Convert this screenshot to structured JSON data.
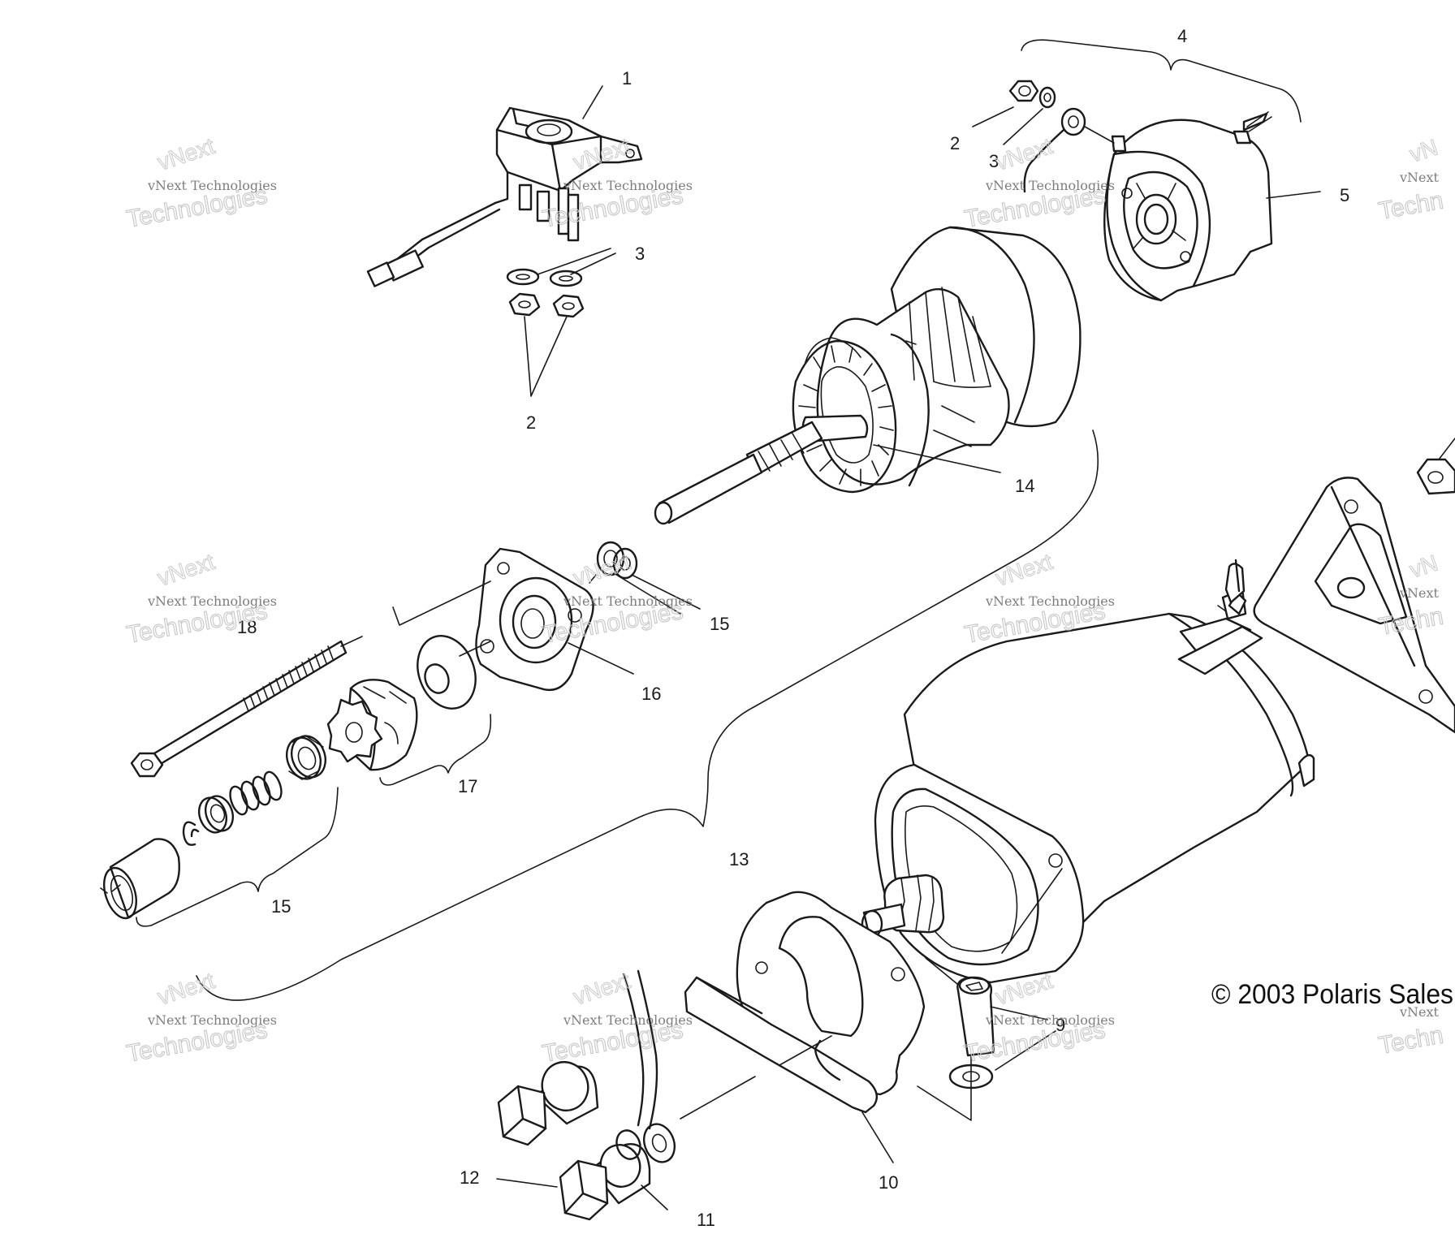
{
  "labels": {
    "l1": "1",
    "l2a": "2",
    "l3a": "3",
    "l4": "4",
    "l2b": "2",
    "l3b": "3",
    "l5": "5",
    "l14": "14",
    "l15a": "15",
    "l16": "16",
    "l18": "18",
    "l17": "17",
    "l15b": "15",
    "l13": "13",
    "l9": "9",
    "l10": "10",
    "l11": "11",
    "l12": "12"
  },
  "copyright": "© 2003 Polaris Sales",
  "watermark": {
    "line1": "vNext Technologies",
    "line2": "Technologies",
    "line3": "vNext"
  }
}
